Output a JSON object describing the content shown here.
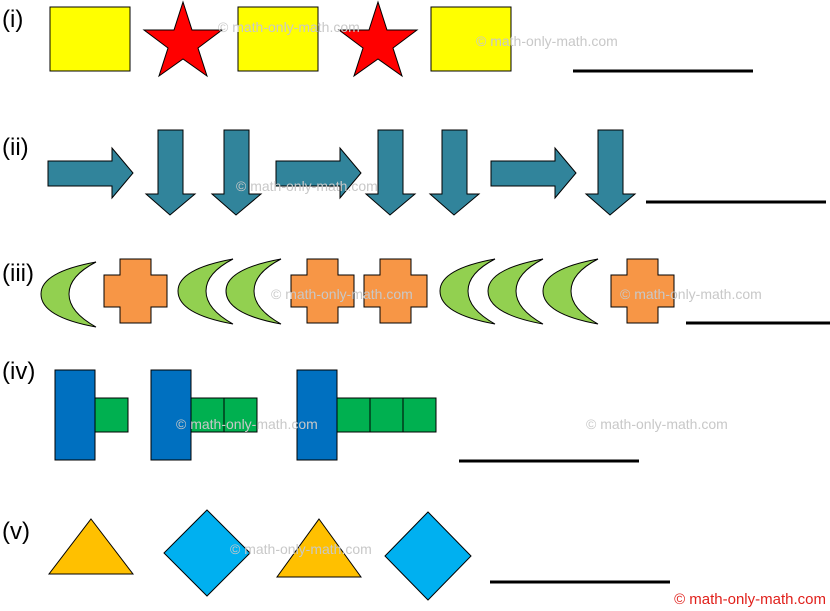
{
  "rows": [
    {
      "label": "(i)"
    },
    {
      "label": "(ii)"
    },
    {
      "label": "(iii)"
    },
    {
      "label": "(iv)"
    },
    {
      "label": "(v)"
    }
  ],
  "watermark": "© math-only-math.com",
  "credit": "© math-only-math.com",
  "colors": {
    "square": "#ffff00",
    "star": "#ff0000",
    "arrow": "#31849b",
    "moon": "#92d050",
    "cross": "#f79646",
    "blue_bar": "#0070c0",
    "green_block": "#00b050",
    "triangle": "#ffc000",
    "diamond": "#00b0f0"
  }
}
